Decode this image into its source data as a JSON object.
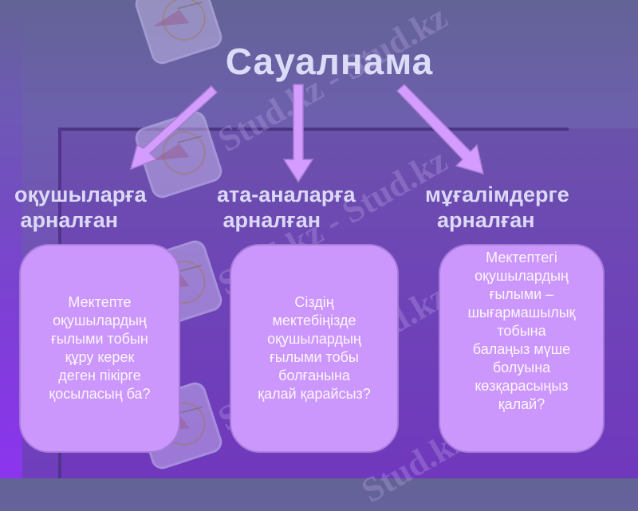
{
  "slide": {
    "title": "Сауалнама",
    "colors": {
      "background_top": "#636396",
      "background_bottom": "#6f3dbd",
      "title_text": "#dcdcf8",
      "arrow_fill": "#d49cff",
      "box_fill": "#cc97fd",
      "box_text": "#fbf6ff"
    },
    "branches": [
      {
        "heading": "оқушыларға\n арналған",
        "question": "Мектепте\nоқушылардың\nғылыми тобын\nқұру керек\nдеген пікірге\nқосыласың ба?"
      },
      {
        "heading": "ата-аналарға\n арналған",
        "question": "Сіздің\nмектебіңізде\nоқушылардың\nғылыми тобы\nболғанына\nқалай қарайсыз?"
      },
      {
        "heading": "мұғалімдерге\n  арналған",
        "question": "Мектептегі\nоқушылардың\nғылыми –\nшығармашылық\nтобына\nбалаңыз мүше\nболуына\nкөзқарасыңыз\nқалай?"
      }
    ],
    "watermark": {
      "text": "Stud.kz - Stud.kz",
      "logo": "hummingbird-logo"
    }
  }
}
